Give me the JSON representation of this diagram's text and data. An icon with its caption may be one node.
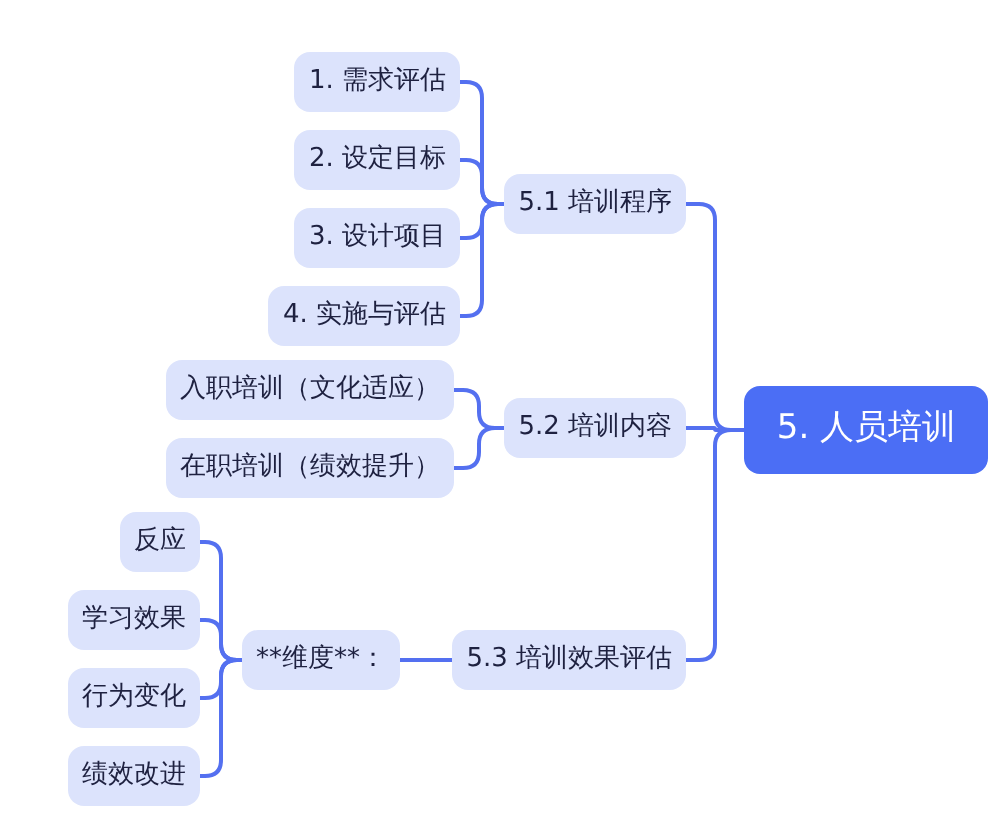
{
  "diagram": {
    "nodes": [
      {
        "text": [
          "5. 人员培训"
        ]
      },
      {
        "text": [
          "5.1 培训程序"
        ]
      },
      {
        "text": [
          "1. 需求评估"
        ]
      },
      {
        "text": [
          "2. 设定目标"
        ]
      },
      {
        "text": [
          "3. 设计项目"
        ]
      },
      {
        "text": [
          "4. 实施与评估"
        ]
      },
      {
        "text": [
          "5.2 培训内容"
        ]
      },
      {
        "text": [
          "入职培训（文化适应）"
        ]
      },
      {
        "text": [
          "在职培训（绩效提升）"
        ]
      },
      {
        "text": [
          "5.3 培训效果评估"
        ]
      },
      {
        "text": [
          "**维度**："
        ]
      },
      {
        "text": [
          "反应"
        ]
      },
      {
        "text": [
          "学习效果"
        ]
      },
      {
        "text": [
          "行为变化"
        ]
      },
      {
        "text": [
          "绩效改进"
        ]
      }
    ],
    "edges": [
      {
        "from": 0,
        "to": 1,
        "arrow": "none"
      },
      {
        "from": 0,
        "to": 6,
        "arrow": "none"
      },
      {
        "from": 0,
        "to": 9,
        "arrow": "none"
      },
      {
        "from": 1,
        "to": 2,
        "arrow": "none"
      },
      {
        "from": 1,
        "to": 3,
        "arrow": "none"
      },
      {
        "from": 1,
        "to": 4,
        "arrow": "none"
      },
      {
        "from": 1,
        "to": 5,
        "arrow": "none"
      },
      {
        "from": 6,
        "to": 7,
        "arrow": "none"
      },
      {
        "from": 6,
        "to": 8,
        "arrow": "none"
      },
      {
        "from": 9,
        "to": 10,
        "arrow": "none"
      },
      {
        "from": 10,
        "to": 11,
        "arrow": "none"
      },
      {
        "from": 10,
        "to": 12,
        "arrow": "none"
      },
      {
        "from": 10,
        "to": 13,
        "arrow": "none"
      },
      {
        "from": 10,
        "to": 14,
        "arrow": "none"
      }
    ]
  }
}
